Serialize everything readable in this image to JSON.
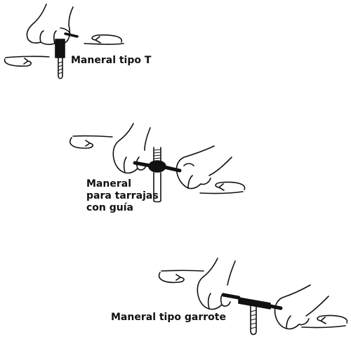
{
  "labels": {
    "t_handle": "Maneral tipo T",
    "die_handle": [
      "Maneral",
      "para tarrajas",
      "con guía"
    ],
    "garrote_handle": "Maneral tipo garrote"
  },
  "colors": {
    "ink": "#111111",
    "background": "#ffffff"
  },
  "icons": [
    "rotation-arrow-icon",
    "hand-icon",
    "tap-icon",
    "t-handle-wrench-icon",
    "die-stock-icon",
    "bar-tap-wrench-icon"
  ]
}
